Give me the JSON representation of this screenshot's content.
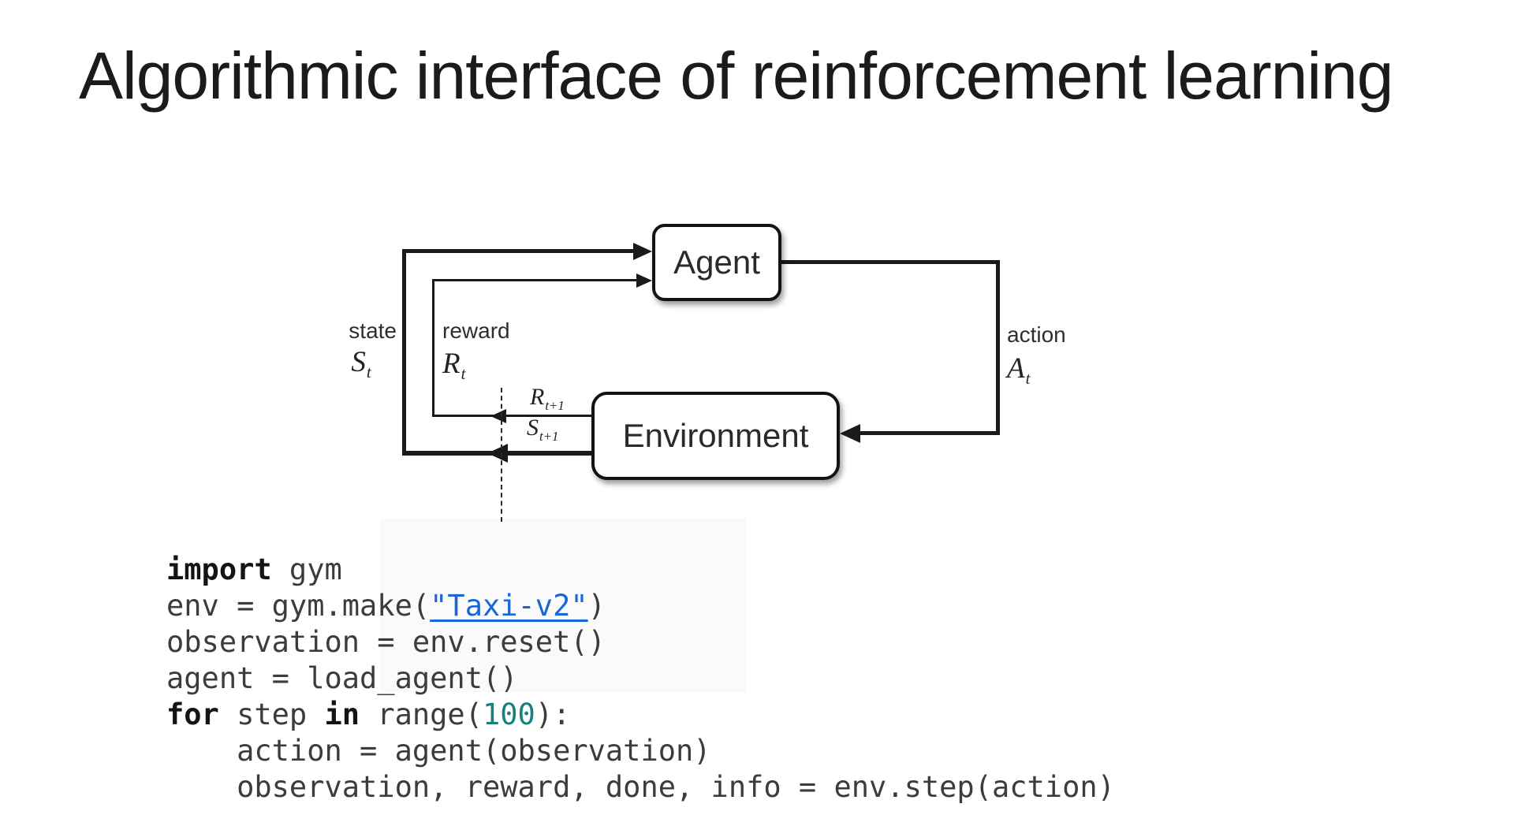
{
  "slide": {
    "title": "Algorithmic interface of reinforcement learning"
  },
  "diagram": {
    "agent_label": "Agent",
    "environment_label": "Environment",
    "state_label": "state",
    "state_symbol": {
      "base": "S",
      "sub": "t"
    },
    "reward_label": "reward",
    "reward_symbol": {
      "base": "R",
      "sub": "t"
    },
    "action_label": "action",
    "action_symbol": {
      "base": "A",
      "sub": "t"
    },
    "reward_next_symbol": {
      "base": "R",
      "sub": "t+1"
    },
    "state_next_symbol": {
      "base": "S",
      "sub": "t+1"
    }
  },
  "code": {
    "lines": [
      [
        {
          "type": "keyword",
          "text": "import"
        },
        {
          "type": "plain",
          "text": " gym"
        }
      ],
      [
        {
          "type": "plain",
          "text": "env = gym.make("
        },
        {
          "type": "link",
          "text": "\"Taxi-v2\""
        },
        {
          "type": "plain",
          "text": ")"
        }
      ],
      [
        {
          "type": "plain",
          "text": "observation = env.reset()"
        }
      ],
      [
        {
          "type": "plain",
          "text": "agent = load_agent()"
        }
      ],
      [
        {
          "type": "keyword",
          "text": "for"
        },
        {
          "type": "plain",
          "text": " step "
        },
        {
          "type": "keyword",
          "text": "in"
        },
        {
          "type": "plain",
          "text": " range("
        },
        {
          "type": "number",
          "text": "100"
        },
        {
          "type": "plain",
          "text": "):"
        }
      ],
      [
        {
          "type": "plain",
          "text": "    action = agent(observation)"
        }
      ],
      [
        {
          "type": "plain",
          "text": "    observation, reward, done, info = env.step(action)"
        }
      ]
    ]
  },
  "colors": {
    "title": "#1b1b1b",
    "line": "#1a1a1a",
    "boxtext": "#2a2a2a",
    "label": "#2e2e2e",
    "codetext": "#3c3c3c",
    "keyword": "#141414",
    "link": "#1768d6",
    "number": "#15807d",
    "backdrop": "#fafafa"
  }
}
